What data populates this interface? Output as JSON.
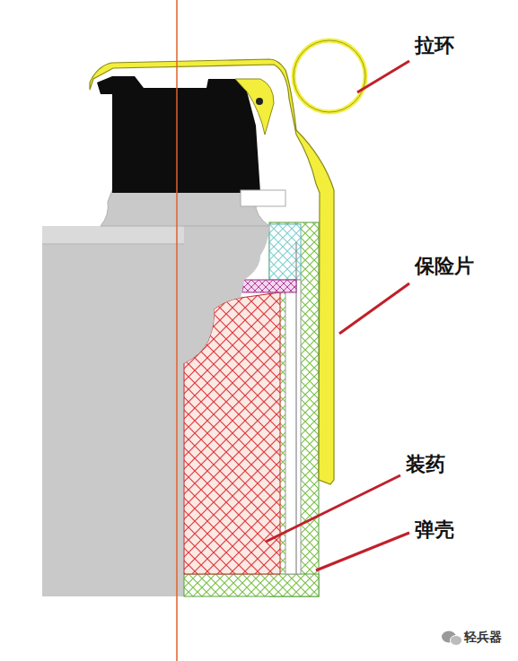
{
  "diagram": {
    "labels": [
      "拉环",
      "保险片",
      "装药",
      "弹壳",
      "轻兵器"
    ]
  }
}
